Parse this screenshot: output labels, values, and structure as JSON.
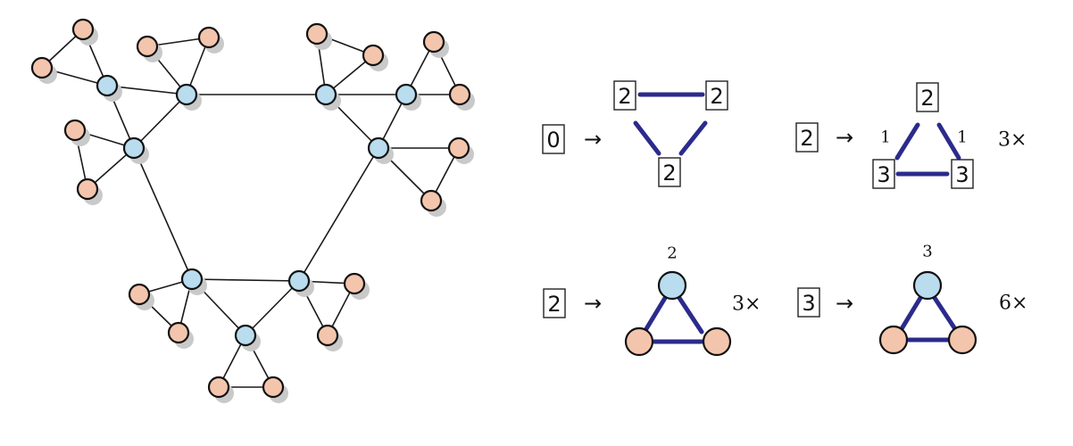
{
  "colors": {
    "core_node": "#b9dcef",
    "leaf_node": "#f4c5ad",
    "shadow": "#c9c9c9",
    "edge_thin": "#1a1a1a",
    "edge_thick": "#2b2b8c",
    "node_outline": "#111111"
  },
  "rules": {
    "arrow": "→",
    "rule1": {
      "source": "0",
      "top_left": "2",
      "top_right": "2",
      "bottom": "2"
    },
    "rule2": {
      "source": "2",
      "top": "2",
      "bottom_left": "3",
      "bottom_right": "3",
      "edge_left": "1",
      "edge_right": "1",
      "multiplier": "3×"
    },
    "rule3": {
      "source": "2",
      "top_label": "2",
      "multiplier": "3×"
    },
    "rule4": {
      "source": "3",
      "top_label": "3",
      "multiplier": "6×"
    }
  }
}
